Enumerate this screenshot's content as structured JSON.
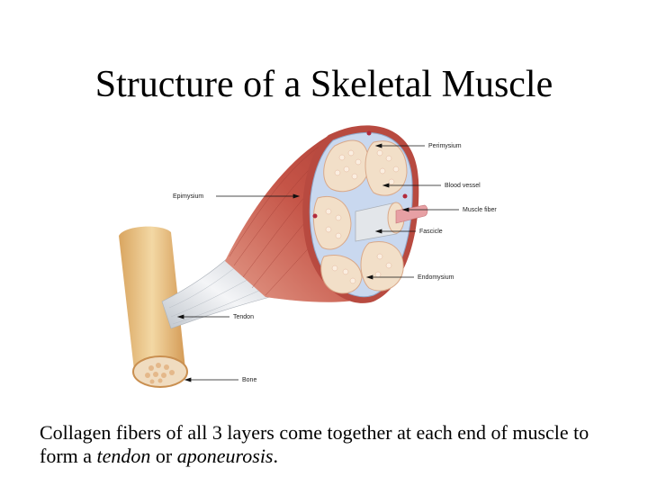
{
  "title": "Structure of a Skeletal Muscle",
  "figure": {
    "labels": {
      "perimysium": "Perimysium",
      "blood_vessel": "Blood vessel",
      "epimysium": "Epimysium",
      "muscle_fiber": "Muscle fiber",
      "fascicle": "Fascicle",
      "endomysium": "Endomysium",
      "tendon": "Tendon",
      "bone": "Bone"
    },
    "colors": {
      "muscle": "#c8584c",
      "muscle_light": "#e8a090",
      "bone": "#e8c48a",
      "tendon": "#dfe3e8",
      "fascicle": "#f2dfc8",
      "connective": "#c9d8ef"
    }
  },
  "caption": {
    "part1": "Collagen fibers of all 3 layers come together at each end of muscle to form a ",
    "em1": "tendon",
    "part2": " or ",
    "em2": "aponeurosis",
    "part3": "."
  }
}
